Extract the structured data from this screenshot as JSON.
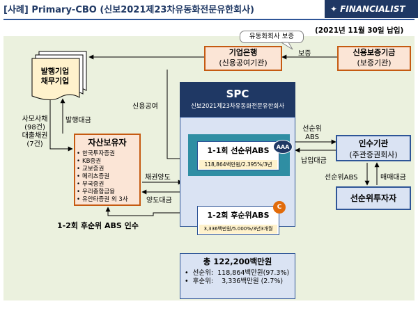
{
  "header": {
    "title": "[사례] Primary-CBO (신보2021제23차유동화전문유한회사)",
    "logo": "FINANCIALIST",
    "date": "(2021년 11월 30일 납입)"
  },
  "nodes": {
    "issuers": "발행기업\n채무기업",
    "bank": {
      "title": "기업은행",
      "sub": "(신용공여기관)"
    },
    "guarantor": {
      "title": "신용보증기금",
      "sub": "(보증기관)"
    },
    "callout": "유동화회사 보증",
    "spc": {
      "title": "SPC",
      "sub": "신보2021제23차유동화전문유한회사"
    },
    "senior": {
      "title": "1-1회 선순위ABS",
      "detail": "118,864백만원/2.395%/3년",
      "rating": "AAA"
    },
    "junior": {
      "title": "1-2회 후순위ABS",
      "detail": "3,336백만원/5.000%/3년3개월",
      "rating": "C"
    },
    "asset_holder": {
      "title": "자산보유자",
      "items": [
        "한국투자증권",
        "KB증권",
        "교보증권",
        "메리츠증권",
        "부국증권",
        "우리종합금융",
        "유안타증권 외 3사"
      ]
    },
    "underwriter": {
      "title": "인수기관",
      "sub": "(주관증권회사)"
    },
    "senior_investor": "선순위투자자",
    "summary": {
      "total": "총 122,200백만원",
      "lines": [
        "선순위:  118,864백만원(97.3%)",
        "후순위:    3,336백만원 (2.7%)"
      ]
    }
  },
  "edges": {
    "guarantee": "보증",
    "credit": "신용공여",
    "issue_price": "발행대금",
    "bonds": "사모사채\n(98건)\n대출채권\n(7건)",
    "transfer": "채권양도",
    "transfer_price": "양도대금",
    "senior_abs": "선순위\nABS",
    "pay_in": "납입대금",
    "senior_abs2": "선순위ABS",
    "trade_price": "매매대금",
    "junior_take": "1-2회 후순위 ABS 인수"
  }
}
